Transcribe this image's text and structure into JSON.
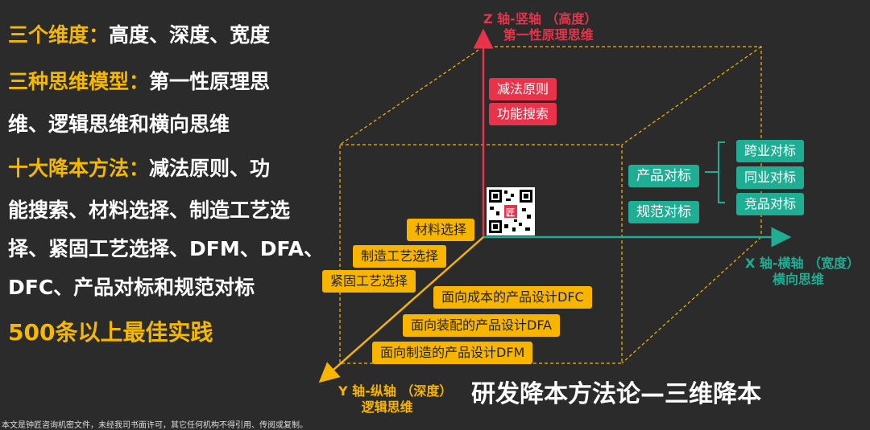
{
  "left_text": {
    "line1_hl": "三个维度：",
    "line1_rest": "高度、深度、宽度",
    "line2_hl": "三种思维模型：",
    "line2_rest": "第一性原理思",
    "line3": "维、逻辑思维和横向思维",
    "line4_hl": "十大降本方法：",
    "line4_rest": "减法原则、功",
    "line5": "能搜索、材料选择、制造工艺选",
    "line6": "择、紧固工艺选择、DFM、DFA、",
    "line7": "DFC、产品对标和规范对标",
    "line8": "500条以上最佳实践"
  },
  "axes": {
    "z_title": "Z 轴-竖轴 （高度）",
    "z_sub": "第一性原理思维",
    "x_title": "X 轴-横轴 （宽度）",
    "x_sub": "横向思维",
    "y_title": "Y 轴-纵轴 （深度）",
    "y_sub": "逻辑思维"
  },
  "z_items": [
    "减法原则",
    "功能搜索"
  ],
  "y_items": [
    "材料选择",
    "制造工艺选择",
    "紧固工艺选择",
    "面向成本的产品设计DFC",
    "面向装配的产品设计DFA",
    "面向制造的产品设计DFM"
  ],
  "x_items": {
    "product_bench": "产品对标",
    "spec_bench": "规范对标",
    "sub": [
      "跨业对标",
      "同业对标",
      "竞品对标"
    ]
  },
  "title": "研发降本方法论—三维降本",
  "footer": "本文是钟匠咨询机密文件，未经我司书面许可，其它任何机构不得引用、传阅或复制。",
  "qr_caption": "匠",
  "colors": {
    "red": "#e8334a",
    "yellow": "#f7b500",
    "teal": "#1fae94",
    "bg": "#2b2b2b"
  }
}
